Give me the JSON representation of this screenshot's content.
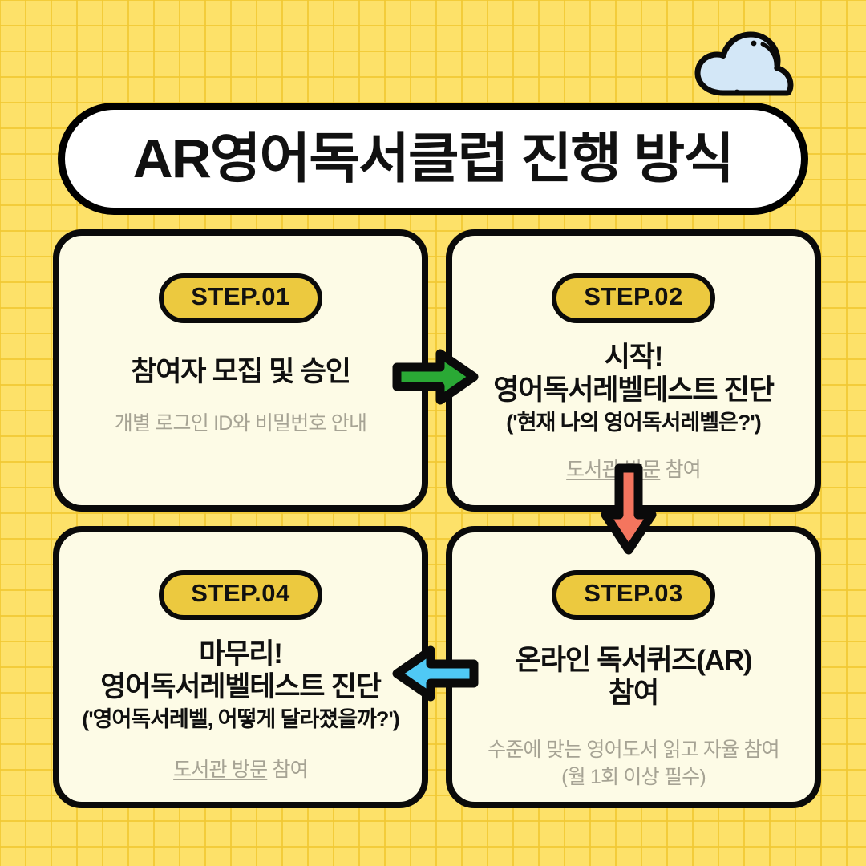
{
  "header": {
    "title": "AR영어독서클럽 진행 방식"
  },
  "decor": {
    "cloud_icon": "cloud-icon",
    "cloud_color": "#d3e7f7"
  },
  "theme": {
    "background": "#fde169",
    "grid_line": "#f1c832",
    "card_background": "#fdfbe6",
    "badge_background": "#ecc93f",
    "outline": "#0a0a0a",
    "title_background": "#ffffff",
    "subtitle_text": "#a6a394",
    "arrow_green": "#2aa935",
    "arrow_coral": "#f4755e",
    "arrow_blue": "#4fc9f5"
  },
  "steps": [
    {
      "badge": "STEP.01",
      "headline_lines": [
        "참여자 모집 및 승인"
      ],
      "paren": "",
      "subtitle_lines": [
        {
          "underlined": "",
          "plain": "개별 로그인 ID와 비밀번호 안내"
        }
      ]
    },
    {
      "badge": "STEP.02",
      "headline_lines": [
        "시작!",
        "영어독서레벨테스트 진단"
      ],
      "paren": "('현재 나의 영어독서레벨은?')",
      "subtitle_lines": [
        {
          "underlined": "도서관 방문",
          "plain": " 참여"
        }
      ]
    },
    {
      "badge": "STEP.03",
      "headline_lines": [
        "온라인 독서퀴즈(AR)",
        "참여"
      ],
      "paren": "",
      "subtitle_lines": [
        {
          "underlined": "",
          "plain": "수준에 맞는 영어도서 읽고 자율 참여"
        },
        {
          "underlined": "",
          "plain": "(월 1회 이상 필수)"
        }
      ]
    },
    {
      "badge": "STEP.04",
      "headline_lines": [
        "마무리!",
        "영어독서레벨테스트 진단"
      ],
      "paren": "('영어독서레벨, 어떻게 달라졌을까?')",
      "subtitle_lines": [
        {
          "underlined": "도서관 방문",
          "plain": " 참여"
        }
      ]
    }
  ],
  "connectors": [
    {
      "name": "arrow-right-step1-to-step2",
      "icon": "arrow-right-icon",
      "color": "#2aa935",
      "direction": "right"
    },
    {
      "name": "arrow-down-step2-to-step3",
      "icon": "arrow-down-icon",
      "color": "#f4755e",
      "direction": "down"
    },
    {
      "name": "arrow-left-step3-to-step4",
      "icon": "arrow-left-icon",
      "color": "#4fc9f5",
      "direction": "left"
    }
  ]
}
